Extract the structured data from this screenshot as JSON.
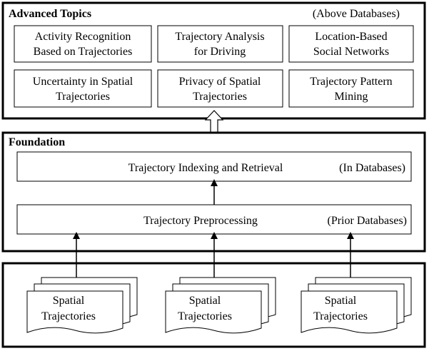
{
  "advanced": {
    "title": "Advanced Topics",
    "note": "(Above Databases)",
    "topics": [
      [
        "Activity Recognition",
        "Based on Trajectories"
      ],
      [
        "Trajectory Analysis",
        "for Driving"
      ],
      [
        "Location-Based",
        "Social Networks"
      ],
      [
        "Uncertainty in Spatial",
        "Trajectories"
      ],
      [
        "Privacy of Spatial",
        "Trajectories"
      ],
      [
        "Trajectory Pattern",
        "Mining"
      ]
    ]
  },
  "foundation": {
    "title": "Foundation",
    "indexing": {
      "label": "Trajectory Indexing and Retrieval",
      "note": "(In Databases)"
    },
    "preprocessing": {
      "label": "Trajectory Preprocessing",
      "note": "(Prior Databases)"
    }
  },
  "sources": {
    "docs": [
      [
        "Spatial",
        "Trajectories"
      ],
      [
        "Spatial",
        "Trajectories"
      ],
      [
        "Spatial",
        "Trajectories"
      ]
    ]
  }
}
